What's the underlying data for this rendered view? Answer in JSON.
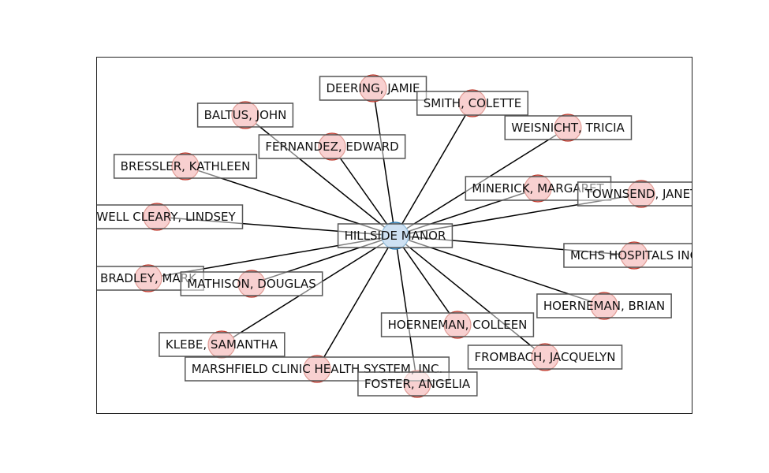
{
  "graph": {
    "center": {
      "label": "HILLSIDE MANOR",
      "color": "#9cc3e6",
      "ring": "#1f77b4"
    },
    "node_color": "#f0a0a0",
    "node_ring": "#c0392b",
    "nodes": [
      {
        "id": "deering",
        "label": "DEERING, JAMIE"
      },
      {
        "id": "smith",
        "label": "SMITH, COLETTE"
      },
      {
        "id": "baltus",
        "label": "BALTUS, JOHN"
      },
      {
        "id": "weisnicht",
        "label": "WEISNICHT, TRICIA"
      },
      {
        "id": "fernandez",
        "label": "FERNANDEZ, EDWARD"
      },
      {
        "id": "bressler",
        "label": "BRESSLER, KATHLEEN"
      },
      {
        "id": "minerick",
        "label": "MINERICK, MARGARET"
      },
      {
        "id": "townsend",
        "label": "TOWNSEND, JANET"
      },
      {
        "id": "cleary",
        "label": "HOWELL CLEARY, LINDSEY"
      },
      {
        "id": "mchs",
        "label": "MCHS HOSPITALS INC"
      },
      {
        "id": "bradley",
        "label": "BRADLEY, MARK"
      },
      {
        "id": "mathison",
        "label": "MATHISON, DOUGLAS"
      },
      {
        "id": "hoernemanb",
        "label": "HOERNEMAN, BRIAN"
      },
      {
        "id": "hoernemanc",
        "label": "HOERNEMAN, COLLEEN"
      },
      {
        "id": "klebe",
        "label": "KLEBE, SAMANTHA"
      },
      {
        "id": "frombach",
        "label": "FROMBACH, JACQUELYN"
      },
      {
        "id": "marshfield",
        "label": "MARSHFIELD CLINIC HEALTH SYSTEM, INC."
      },
      {
        "id": "foster",
        "label": "FOSTER, ANGELIA"
      }
    ]
  }
}
